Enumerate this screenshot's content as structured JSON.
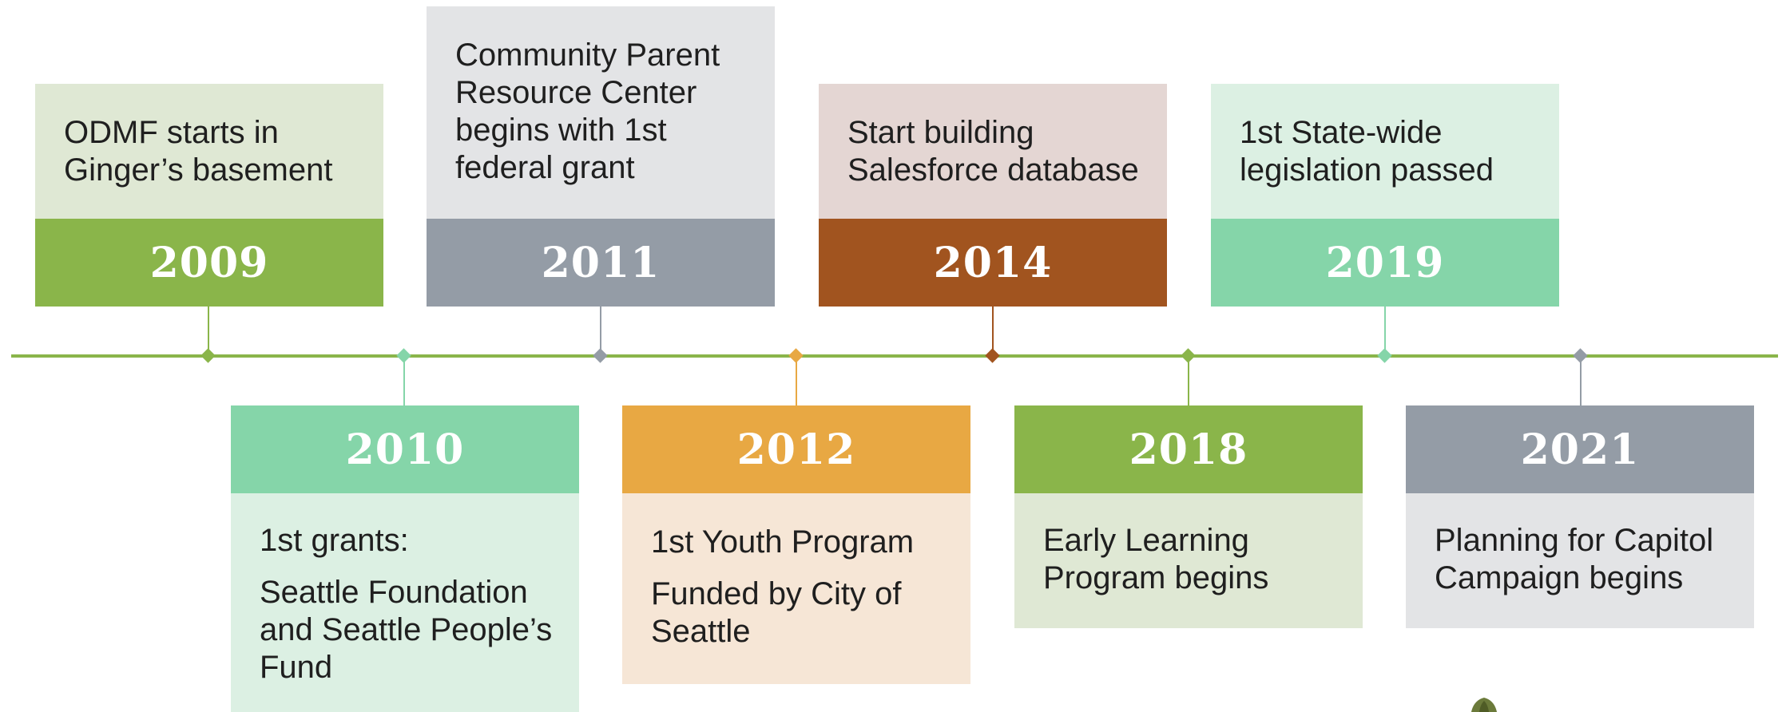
{
  "colors": {
    "timeline": "#8ab54a",
    "green": "#8ab54a",
    "green_light": "#dfe8d4",
    "mint": "#85d5a9",
    "mint_light": "#dcf0e3",
    "gray": "#949ca6",
    "gray_light": "#e3e4e6",
    "rust": "#a1541f",
    "rust_light": "#e4d6d3",
    "orange": "#e8a843",
    "orange_light": "#f6e6d6"
  },
  "milestones": [
    {
      "year": "2009",
      "position": "above",
      "lines": [
        [
          "ODMF starts in",
          "Ginger’s basement"
        ]
      ]
    },
    {
      "year": "2010",
      "position": "below",
      "lines": [
        [
          "1st grants:"
        ],
        [
          "Seattle Foundation",
          "and Seattle People’s",
          "Fund"
        ]
      ]
    },
    {
      "year": "2011",
      "position": "above",
      "lines": [
        [
          "Community Parent",
          "Resource Center",
          "begins with 1st",
          "federal grant"
        ]
      ]
    },
    {
      "year": "2012",
      "position": "below",
      "lines": [
        [
          "1st Youth Program"
        ],
        [
          "Funded by City of",
          "Seattle"
        ]
      ]
    },
    {
      "year": "2014",
      "position": "above",
      "lines": [
        [
          "Start building",
          "Salesforce database"
        ]
      ]
    },
    {
      "year": "2018",
      "position": "below",
      "lines": [
        [
          "Early Learning",
          "Program begins"
        ]
      ]
    },
    {
      "year": "2019",
      "position": "above",
      "lines": [
        [
          "1st State-wide",
          "legislation passed"
        ]
      ]
    },
    {
      "year": "2021",
      "position": "below",
      "lines": [
        [
          "Planning for Capitol",
          "Campaign begins"
        ]
      ]
    }
  ]
}
